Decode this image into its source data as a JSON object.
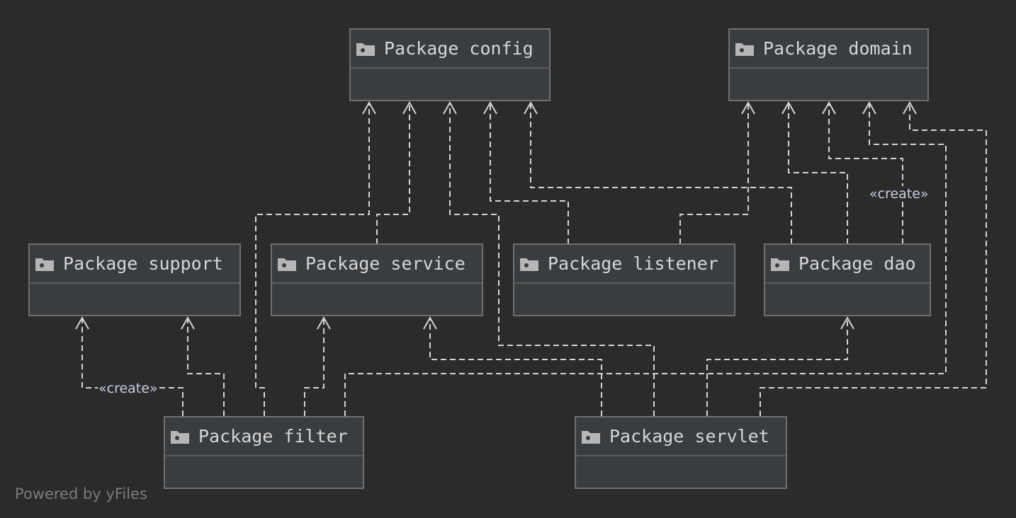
{
  "packages": {
    "config": "Package config",
    "domain": "Package domain",
    "support": "Package support",
    "service": "Package service",
    "listener": "Package listener",
    "dao": "Package dao",
    "filter": "Package filter",
    "servlet": "Package servlet"
  },
  "edge_labels": {
    "dao_domain": "«create»",
    "filter_support": "«create»"
  },
  "colors": {
    "background": "#2b2b2b",
    "node_fill": "#3a3d40",
    "node_border": "#6e6e6e",
    "edge": "#d4d4d4",
    "label": "#c9cfe3"
  },
  "watermark": "Powered by yFiles"
}
